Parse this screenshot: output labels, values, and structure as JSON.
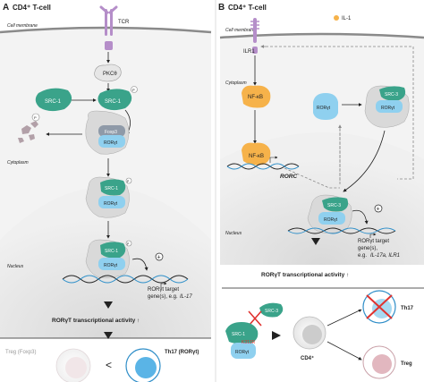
{
  "panel_a": {
    "letter": "A",
    "cell_title": "CD4⁺ T-cell",
    "membrane_label": "Cell membrane",
    "receptor_label": "TCR",
    "kinase_label": "PKCθ",
    "src1_label": "SRC-1",
    "src1_p_label": "SRC-1",
    "phospho": "P",
    "foxp3_label": "Foxp3",
    "roryt_label": "RORγt",
    "cytoplasm_label": "Cytoplasm",
    "nucleus_label": "Nucleus",
    "plus": "+",
    "target_genes_line1": "RORγt target",
    "target_genes_line2": "gene(s), e.g.",
    "target_genes_gene": "IL-17",
    "activity_label": "RORγT transcriptional activity ↑",
    "treg_label": "Treg (Foxp3)",
    "compare": "<",
    "th17_label": "Th17 (RORγt)"
  },
  "panel_b": {
    "letter": "B",
    "cell_title": "CD4⁺ T-cell",
    "ligand_label": "IL-1",
    "membrane_label": "Cell membrane",
    "receptor_label": "ILR1",
    "cytoplasm_label": "Cytoplasm",
    "nfkb_label": "NF-κB",
    "nfkb_dna_label": "NF-κB",
    "rorc_label": "RORC",
    "roryt_label": "RORγt",
    "src3_label": "SRC-3",
    "src3_roryt_label": "RORγt",
    "nucleus_label": "Nucleus",
    "nuc_src3": "SRC-3",
    "nuc_roryt": "RORγt",
    "plus": "+",
    "target_genes_line1": "RORγt target",
    "target_genes_line2": "gene(s),",
    "target_genes_line3a": "e.g. ",
    "target_genes_line3b": "IL-17a, ILR1",
    "activity_label": "RORγT transcriptional activity ↑",
    "bottom_src3": "SRC-3",
    "bottom_src1": "SRC-1",
    "bottom_roryt": "RORγt",
    "mutation_label": "K313R",
    "cd4_label": "CD4⁺",
    "th17_label": "Th17",
    "treg_label": "Treg"
  },
  "colors": {
    "src_green": "#3aa38a",
    "roryt_blue": "#8fd0ef",
    "nfkb_orange": "#f6b24a",
    "receptor_purple": "#b58ec9",
    "red_x": "#e0322f"
  }
}
